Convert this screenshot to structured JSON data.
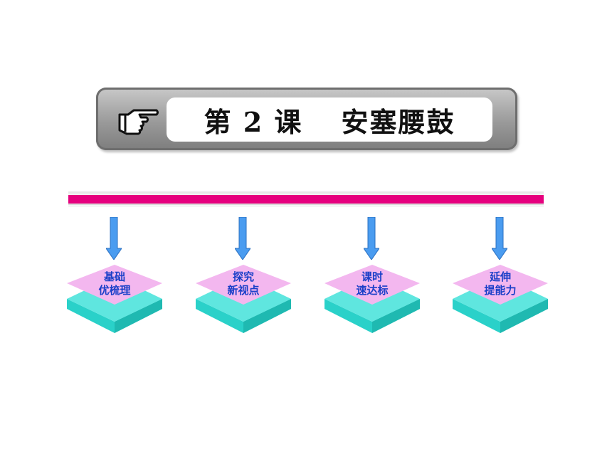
{
  "title": {
    "lesson": "第 2 课",
    "name": "安塞腰鼓"
  },
  "colors": {
    "bar": "#e6007e",
    "arrow": "#4a9cf0",
    "tile_top": "#f3b7ef",
    "tile_side": "#2ad1c9",
    "label": "#1a3fc8"
  },
  "icons": [
    "pointing-hand-icon",
    "down-arrow-icon"
  ],
  "items": [
    {
      "line1": "基础",
      "line2": "优梳理"
    },
    {
      "line1": "探究",
      "line2": "新视点"
    },
    {
      "line1": "课时",
      "line2": "速达标"
    },
    {
      "line1": "延伸",
      "line2": "提能力"
    }
  ]
}
